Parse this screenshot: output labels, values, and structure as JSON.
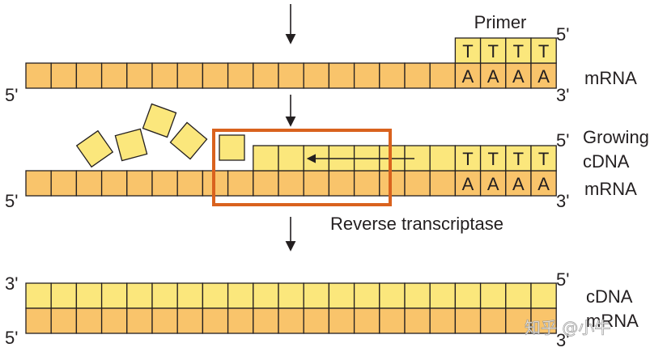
{
  "panel1": {
    "primer_label": "Primer",
    "primer_bases": [
      "T",
      "T",
      "T",
      "T"
    ],
    "mrna_tail_bases": [
      "A",
      "A",
      "A",
      "A"
    ],
    "primer_5": "5'",
    "mrna_5": "5'",
    "mrna_3": "3'",
    "mrna_label": "mRNA"
  },
  "panel2": {
    "growing_label": "Growing",
    "cdna_label": "cDNA",
    "mrna_label": "mRNA",
    "primer_bases": [
      "T",
      "T",
      "T",
      "T"
    ],
    "mrna_tail_bases": [
      "A",
      "A",
      "A",
      "A"
    ],
    "cdna_5": "5'",
    "mrna_5": "5'",
    "mrna_3": "3'",
    "enzyme_label": "Reverse transcriptase"
  },
  "panel3": {
    "cdna_label": "cDNA",
    "mrna_label": "mRNA",
    "cdna_3": "3'",
    "cdna_5": "5'",
    "mrna_5": "5'",
    "mrna_3": "3'"
  },
  "watermark": "知乎 @小牛",
  "colors": {
    "mrna_fill": "#f9c46b",
    "cdna_fill": "#fbe77c",
    "stroke": "#231f20",
    "highlight_box": "#d9621e",
    "free_nucleotide_fill": "#fbe77c"
  }
}
